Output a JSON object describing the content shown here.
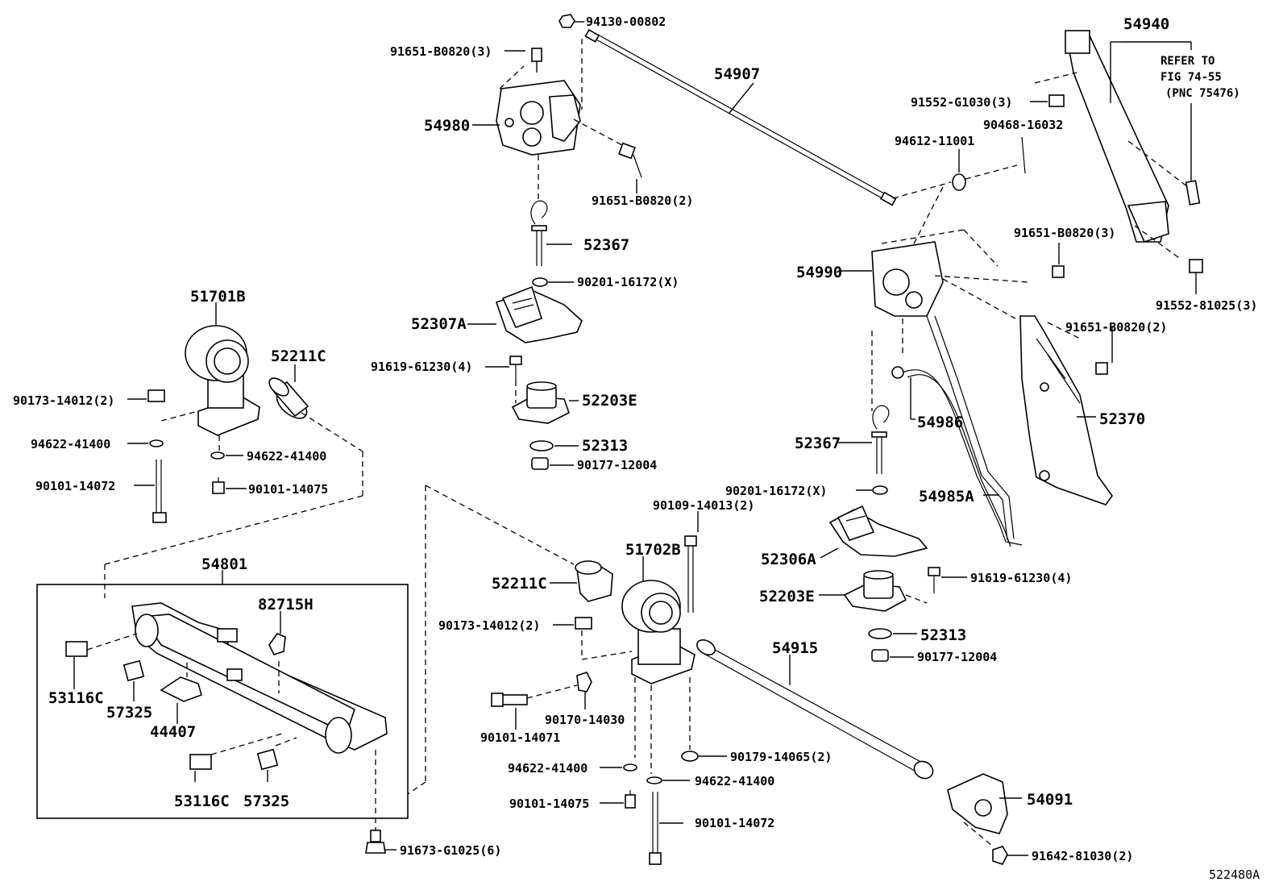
{
  "figure_code": "522480A",
  "reference_note": {
    "line1": "REFER TO",
    "line2": "FIG 74-55",
    "line3": "(PNC 75476)"
  },
  "group_box_label": "54801",
  "callouts": {
    "p94130_00802": "94130-00802",
    "p91651_b0820_3_top": "91651-B0820(3)",
    "p54907": "54907",
    "p54980": "54980",
    "p91651_b0820_2_top": "91651-B0820(2)",
    "p52367_top": "52367",
    "p90201_16172_x_top": "90201-16172(X)",
    "p52307a": "52307A",
    "p91619_61230_4_top": "91619-61230(4)",
    "p52203e_top": "52203E",
    "p52313_top": "52313",
    "p90177_12004_top": "90177-12004",
    "p54940": "54940",
    "p91552_g1030_3": "91552-G1030(3)",
    "p90468_16032": "90468-16032",
    "p94612_11001": "94612-11001",
    "p91651_b0820_3_right": "91651-B0820(3)",
    "p54990": "54990",
    "p91552_81025_3": "91552-81025(3)",
    "p91651_b0820_2_right": "91651-B0820(2)",
    "p54986": "54986",
    "p52370": "52370",
    "p52367_right": "52367",
    "p90201_16172_x_right": "90201-16172(X)",
    "p54985a": "54985A",
    "p52306a": "52306A",
    "p91619_61230_4_right": "91619-61230(4)",
    "p52203e_right": "52203E",
    "p52313_right": "52313",
    "p90177_12004_right": "90177-12004",
    "p51701b": "51701B",
    "p52211c_left": "52211C",
    "p90173_14012_2_left": "90173-14012(2)",
    "p94622_41400_a": "94622-41400",
    "p94622_41400_b": "94622-41400",
    "p90101_14072_left": "90101-14072",
    "p90101_14075_left": "90101-14075",
    "p82715h": "82715H",
    "p53116c_a": "53116C",
    "p57325_a": "57325",
    "p44407": "44407",
    "p53116c_b": "53116C",
    "p57325_b": "57325",
    "p91673_g1025_6": "91673-G1025(6)",
    "p90109_14013_2": "90109-14013(2)",
    "p51702b": "51702B",
    "p52211c_center": "52211C",
    "p90173_14012_2_center": "90173-14012(2)",
    "p90101_14071": "90101-14071",
    "p90170_14030": "90170-14030",
    "p94622_41400_c": "94622-41400",
    "p94622_41400_d": "94622-41400",
    "p90179_14065_2": "90179-14065(2)",
    "p90101_14075_center": "90101-14075",
    "p90101_14072_center": "90101-14072",
    "p54915": "54915",
    "p54091": "54091",
    "p91642_81030_2": "91642-81030(2)"
  }
}
